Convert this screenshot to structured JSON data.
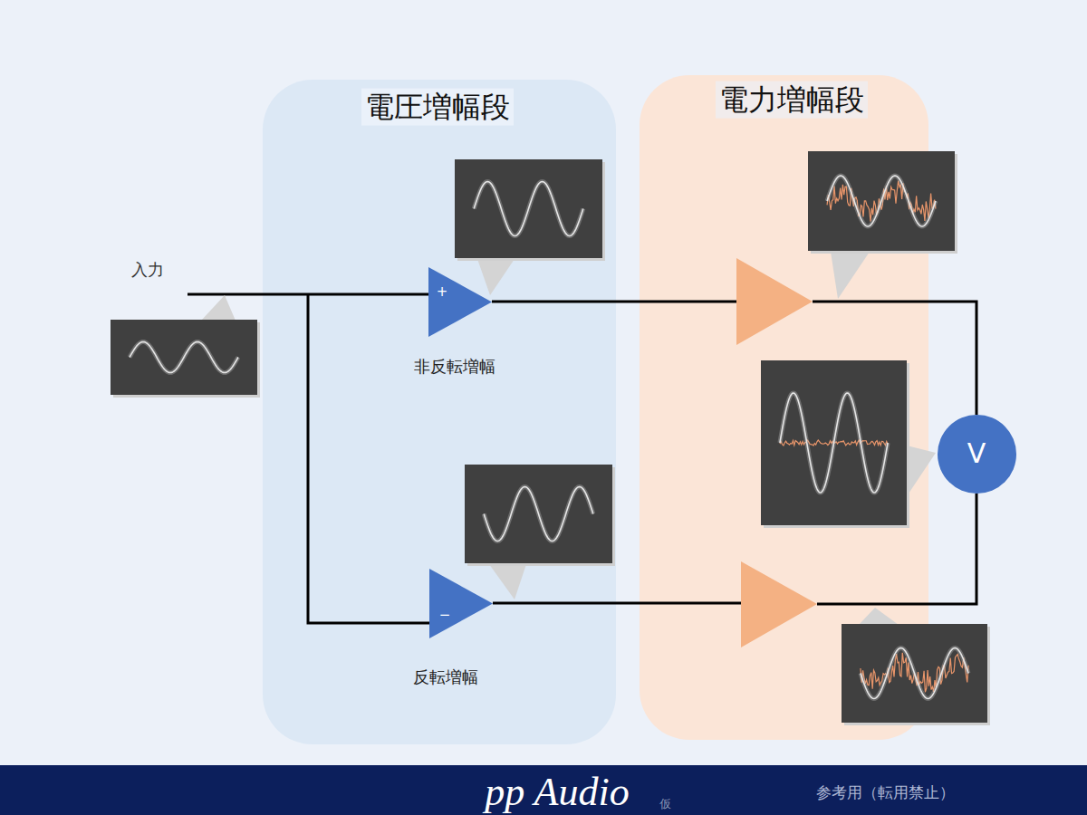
{
  "diagram": {
    "nodes": [
      {
        "text": [
          "電圧増幅段"
        ]
      },
      {
        "text": [
          "+",
          "非反転増幅"
        ],
        "in": 0
      },
      {
        "text": [
          "−",
          "反転増幅"
        ],
        "in": 0
      },
      {
        "text": [
          "電力増幅段"
        ]
      },
      {
        "text": [
          "V"
        ]
      }
    ],
    "labels": [
      "入力",
      "pp Audio",
      "仮",
      "参考用（転用禁止）"
    ]
  }
}
